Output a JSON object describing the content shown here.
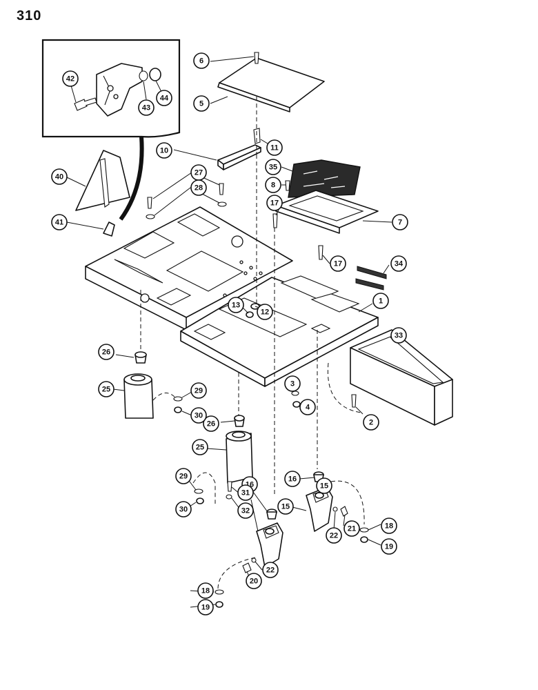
{
  "page": {
    "number": "310"
  },
  "callouts": [
    {
      "label": "1"
    },
    {
      "label": "2"
    },
    {
      "label": "3"
    },
    {
      "label": "4"
    },
    {
      "label": "5"
    },
    {
      "label": "6"
    },
    {
      "label": "7"
    },
    {
      "label": "8"
    },
    {
      "label": "10"
    },
    {
      "label": "11"
    },
    {
      "label": "12"
    },
    {
      "label": "13"
    },
    {
      "label": "15"
    },
    {
      "label": "15"
    },
    {
      "label": "16"
    },
    {
      "label": "16"
    },
    {
      "label": "17"
    },
    {
      "label": "17"
    },
    {
      "label": "18"
    },
    {
      "label": "18"
    },
    {
      "label": "19"
    },
    {
      "label": "19"
    },
    {
      "label": "20"
    },
    {
      "label": "21"
    },
    {
      "label": "22"
    },
    {
      "label": "22"
    },
    {
      "label": "25"
    },
    {
      "label": "25"
    },
    {
      "label": "26"
    },
    {
      "label": "26"
    },
    {
      "label": "27"
    },
    {
      "label": "28"
    },
    {
      "label": "29"
    },
    {
      "label": "29"
    },
    {
      "label": "30"
    },
    {
      "label": "30"
    },
    {
      "label": "31"
    },
    {
      "label": "32"
    },
    {
      "label": "33"
    },
    {
      "label": "34"
    },
    {
      "label": "35"
    },
    {
      "label": "40"
    },
    {
      "label": "41"
    },
    {
      "label": "42"
    },
    {
      "label": "43"
    },
    {
      "label": "44"
    }
  ]
}
